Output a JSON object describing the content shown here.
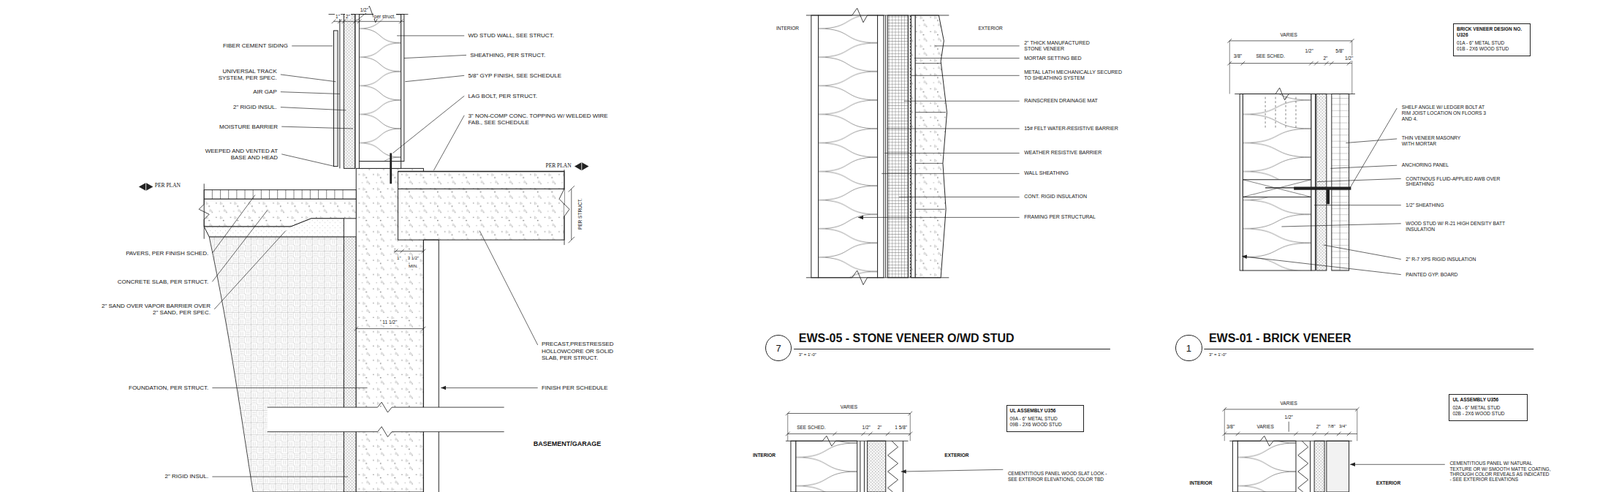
{
  "diagram": {
    "nodes": [
      {
        "text": [
          "7"
        ]
      },
      {
        "text": [
          "1"
        ]
      },
      {
        "text": [
          "BRICK VENEER DESIGN NO. U326",
          "01A - 6\" METAL STUD",
          "01B - 2X6 WOOD STUD"
        ]
      },
      {
        "text": [
          "UL ASSEMBLY U356",
          "09A - 6\" METAL STUD",
          "09B - 2X6 WOOD STUD"
        ]
      },
      {
        "text": [
          "UL ASSEMBLY U356",
          "02A - 6\" METAL STUD",
          "02B - 2X6 WOOD STUD"
        ]
      }
    ],
    "labels": [
      "1\"",
      "2\"",
      "1/2\"",
      "per struct.",
      "FIBER CEMENT SIDING",
      "UNIVERSAL TRACK SYSTEM, PER SPEC.",
      "AIR GAP",
      "2\" RIGID INSUL.",
      "MOISTURE BARRIER",
      "WEEPED AND VENTED AT BASE AND HEAD",
      "PER PLAN",
      "PAVERS, PER FINISH SCHED.",
      "CONCRETE SLAB, PER STRUCT.",
      "2\" SAND OVER VAPOR BARRIER OVER 2\" SAND, PER SPEC.",
      "FOUNDATION, PER STRUCT.",
      "2\" RIGID INSUL.",
      "WD STUD WALL, SEE STRUCT.",
      "SHEATHING, PER STRUCT.",
      "5/8\" GYP FINISH, SEE SCHEDULE",
      "LAG BOLT, PER STRUCT.",
      "3\" NON-COMP CONC. TOPPING W/ WELDED WIRE FAB., SEE SCHEDULE",
      "PER PLAN",
      "PER STRUCT.",
      "1\"",
      "3 1/2\"",
      "MIN.",
      "11 1/2\"",
      "PRECAST,PRESTRESSED HOLLOWCORE OR SOLID SLAB, PER STRUCT.",
      "FINISH PER SCHEDULE",
      "BASEMENT/GARAGE",
      "INTERIOR",
      "EXTERIOR",
      "2\" THICK MANUFACTURED STONE VENEER",
      "MORTAR SETTING BED",
      "METAL LATH MECHANICALLY SECURED TO SHEATHING SYSTEM",
      "RAINSCREEN DRAINAGE MAT",
      "15# FELT WATER-RESISTIVE BARRIER",
      "WEATHER RESISTIVE BARRIER",
      "WALL SHEATHING",
      "CONT. RIGID INSULATION",
      "FRAMING PER STRUCTURAL",
      "EWS-05 - STONE VENEER O/WD STUD",
      "3\" = 1'-0\"",
      "EWS-01 - BRICK VENEER",
      "3\" = 1'-0\"",
      "VARIES",
      "SEE SCHED.",
      "1/2\"",
      "2\"",
      "1 5/8\"",
      "INTERIOR",
      "EXTERIOR",
      "CEMENTITIOUS PANEL WOOD SLAT LOOK - SEE EXTERIOR ELEVATIONS, COLOR TBD",
      "VARIES",
      "3/8\"",
      "SEE SCHED.",
      "1/2\"",
      "2\"",
      "5/8\"",
      "1/2\"",
      "SHELF ANGLE W/ LEDGER BOLT AT RIM JOIST LOCATION ON FLOORS 3 AND 4.",
      "THIN VENEER MASONRY WITH MORTAR",
      "ANCHORING PANEL",
      "CONTINOUS FLUID-APPLIED AWB OVER SHEATHING",
      "1/2\" SHEATHING",
      "WOOD STUD W/ R-21 HIGH DENSITY BATT INSULATION",
      "2\" R-7 XPS RIGID INSULATION",
      "PAINTED GYP. BOARD",
      "VARIES",
      "1/2\"",
      "3/8\"",
      "VARIES",
      "2\"",
      "7/8\"",
      "3/4\"",
      "INTERIOR",
      "EXTERIOR",
      "CEMENTITIOUS PANEL W/ NATURAL TEXTURE OR W/ SMOOTH MATTE COATING, THROUGH COLOR REVEALS AS INDICATED - SEE EXTERIOR ELEVATIONS"
    ]
  }
}
